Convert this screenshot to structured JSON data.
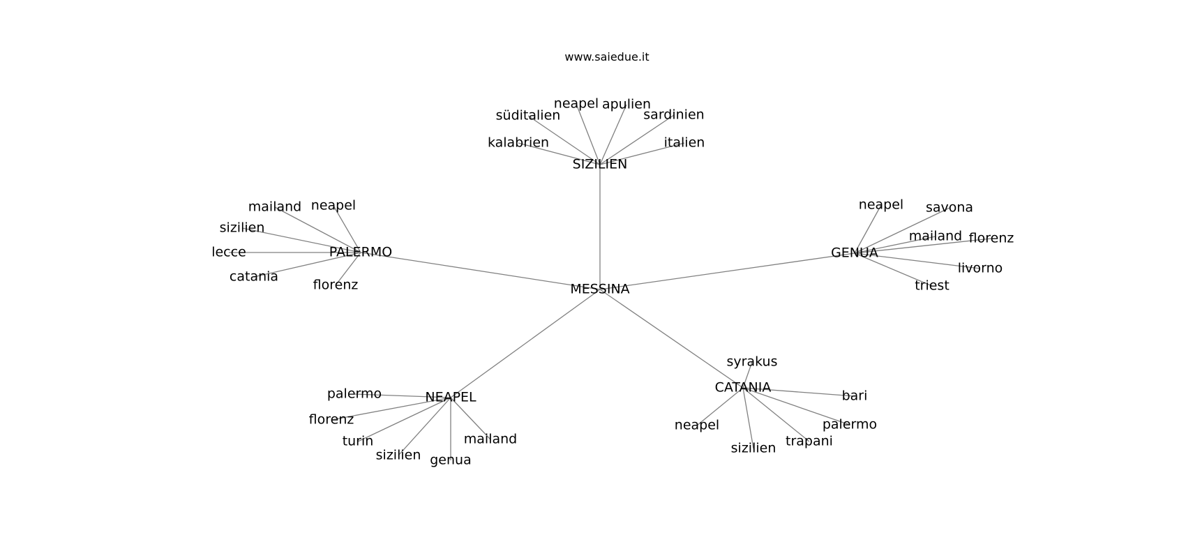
{
  "title": "www.saiedue.it",
  "root": "MESSINA",
  "hubs": [
    {
      "id": "sizilien",
      "label": "SIZILIEN",
      "leaves": [
        "kalabrien",
        "süditalien",
        "neapel",
        "apulien",
        "sardinien",
        "italien"
      ]
    },
    {
      "id": "palermo",
      "label": "PALERMO",
      "leaves": [
        "mailand",
        "neapel",
        "sizilien",
        "lecce",
        "catania",
        "florenz"
      ]
    },
    {
      "id": "genua",
      "label": "GENUA",
      "leaves": [
        "neapel",
        "savona",
        "mailand",
        "florenz",
        "livorno",
        "triest"
      ]
    },
    {
      "id": "neapel",
      "label": "NEAPEL",
      "leaves": [
        "palermo",
        "florenz",
        "turin",
        "sizilien",
        "genua",
        "mailand"
      ]
    },
    {
      "id": "catania",
      "label": "CATANIA",
      "leaves": [
        "syrakus",
        "bari",
        "palermo",
        "trapani",
        "sizilien",
        "neapel"
      ]
    }
  ]
}
